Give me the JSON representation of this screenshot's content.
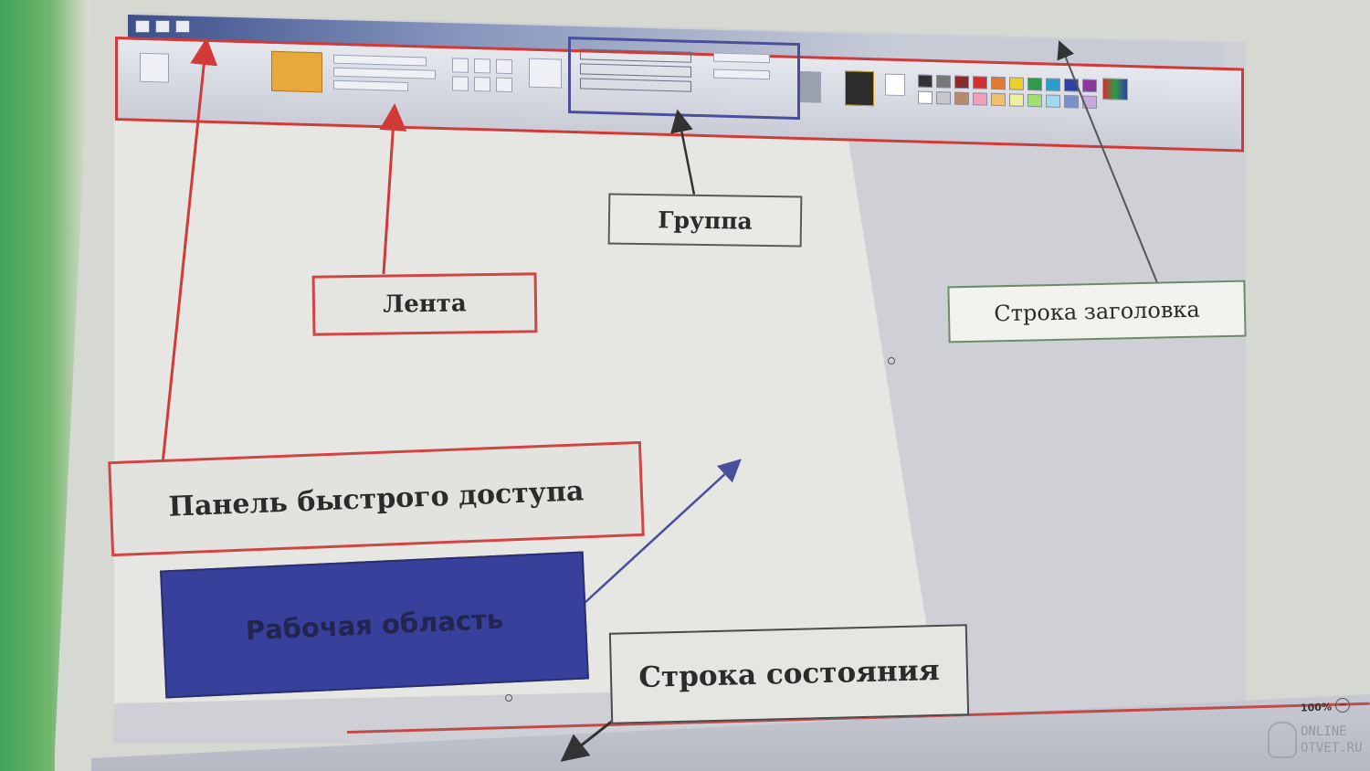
{
  "labels": {
    "lenta": "Лента",
    "gruppa": "Группа",
    "title_row": "Строка заголовка",
    "quick_access": "Панель быстрого доступа",
    "workspace": "Рабочая область",
    "status_row": "Строка состояния"
  },
  "status": {
    "zoom": "100%",
    "zoom_minus": "−"
  },
  "watermark": {
    "line1": "ONLINE",
    "line2": "OTVET.RU"
  },
  "colors": {
    "ribbon_outline": "#d23a3a",
    "group_outline": "#4a4f9c",
    "workspace_fill": "#37409a",
    "arrow_red": "#d23a3a",
    "arrow_blue": "#4a4f9c",
    "arrow_dark": "#333333"
  }
}
